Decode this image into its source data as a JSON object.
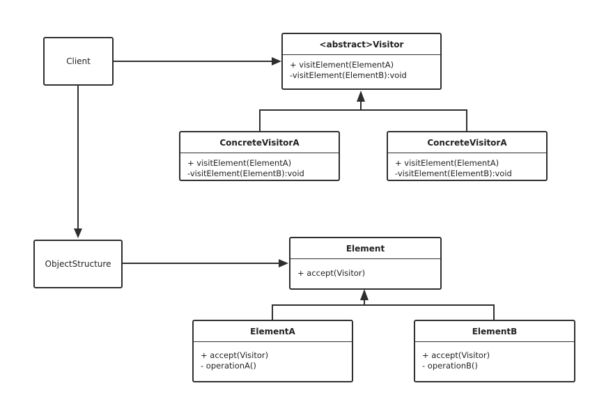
{
  "client": {
    "label": "Client"
  },
  "object_structure": {
    "label": "ObjectStructure"
  },
  "visitor": {
    "title": "<abstract>Visitor",
    "methods": [
      "+ visitElement(ElementA)",
      "-visitElement(ElementB):void"
    ]
  },
  "concrete_visitor_1": {
    "title": "ConcreteVisitorA",
    "methods": [
      "+ visitElement(ElementA)",
      "-visitElement(ElementB):void"
    ]
  },
  "concrete_visitor_2": {
    "title": "ConcreteVisitorA",
    "methods": [
      "+ visitElement(ElementA)",
      "-visitElement(ElementB):void"
    ]
  },
  "element": {
    "title": "Element",
    "methods": [
      "+ accept(Visitor)"
    ]
  },
  "element_a": {
    "title": "ElementA",
    "methods": [
      "+ accept(Visitor)",
      "- operationA()"
    ]
  },
  "element_b": {
    "title": "ElementB",
    "methods": [
      "+ accept(Visitor)",
      "- operationB()"
    ]
  }
}
